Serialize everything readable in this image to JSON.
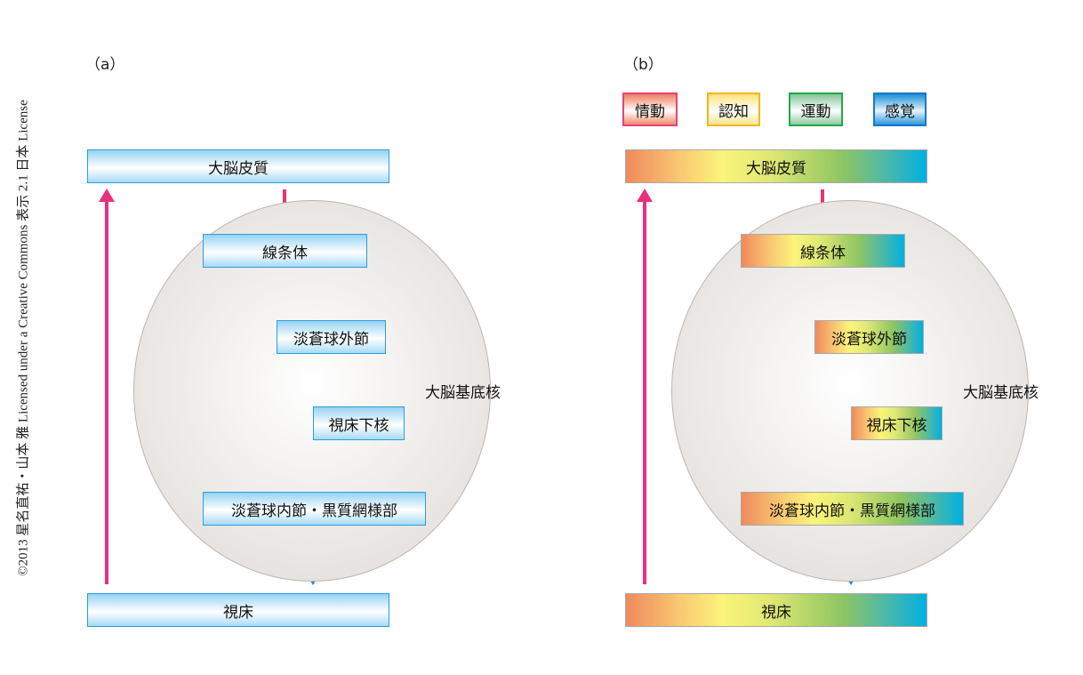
{
  "copyright": "©2013 星名直祐・山本 雅 Licensed under a Creative Commons 表示 2.1 日本 License",
  "panels": [
    {
      "label": "（a）",
      "region": "大脳基底核",
      "cortex": "大脳皮質",
      "striatum": "線条体",
      "gpe": "淡蒼球外節",
      "stn": "視床下核",
      "gpi_snr": "淡蒼球内節・黒質網様部",
      "thalamus": "視床"
    },
    {
      "label": "（b）",
      "region": "大脳基底核",
      "cortex": "大脳皮質",
      "striatum": "線条体",
      "gpe": "淡蒼球外節",
      "stn": "視床下核",
      "gpi_snr": "淡蒼球内節・黒質網様部",
      "thalamus": "視床"
    }
  ],
  "legend": [
    {
      "label": "情動",
      "color": "#e8407e"
    },
    {
      "label": "認知",
      "color": "#f6b422"
    },
    {
      "label": "運動",
      "color": "#23a64a"
    },
    {
      "label": "感覚",
      "color": "#1a76c6"
    }
  ],
  "colors": {
    "excitatory": "#e8317d",
    "inhibitory": "#1a8fd8"
  }
}
